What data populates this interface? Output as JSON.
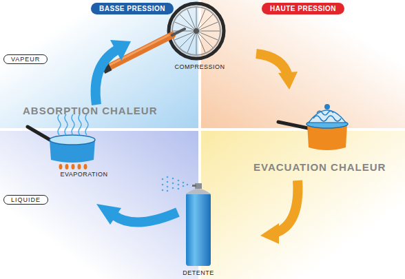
{
  "diagram": {
    "nodes": [
      {
        "text": [
          "BASSE PRESSION"
        ]
      },
      {
        "text": [
          "HAUTE PRESSION"
        ]
      },
      {
        "text": [
          "VAPEUR"
        ]
      },
      {
        "text": [
          "LIQUIDE"
        ]
      }
    ],
    "labels": [
      "COMPRESSION",
      "ABSORPTION CHALEUR",
      "EVAPORATION",
      "EVACUATION CHALEUR",
      "DETENTE"
    ]
  }
}
